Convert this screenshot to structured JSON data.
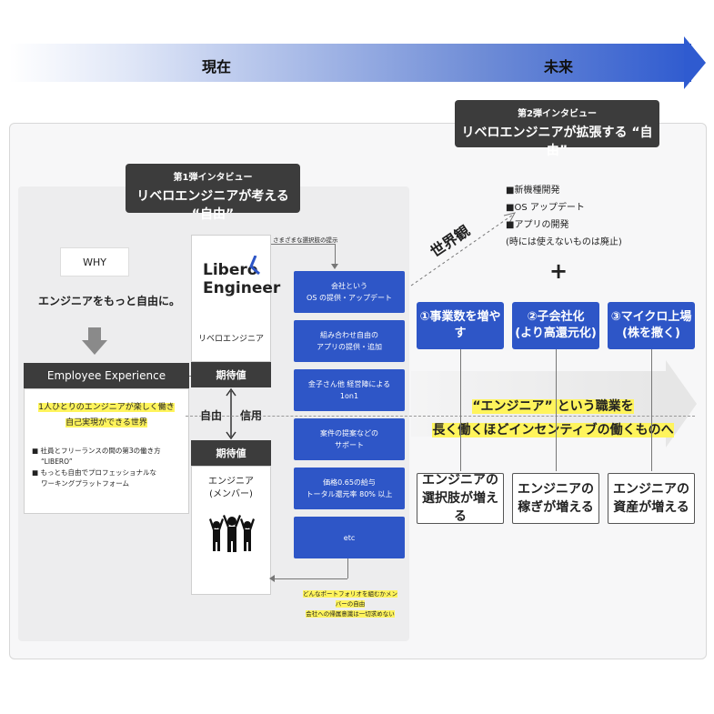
{
  "timeline": {
    "present": "現在",
    "future": "未来"
  },
  "interview2": {
    "line1": "第2弾インタビュー",
    "line2": "リベロエンジニアが拡張する “自由”"
  },
  "interview1": {
    "line1": "第1弾インタビュー",
    "line2": "リベロエンジニアが考える “自由”"
  },
  "why": "WHY",
  "tagline": "エンジニアをもっと自由に。",
  "ee": {
    "title": "Employee Experience",
    "hl1": "1人ひとりのエンジニアが楽しく働き",
    "hl2": "自己実現ができる世界",
    "b1a": "社員とフリーランスの間の第3の働き方",
    "b1b": "“LIBERO”",
    "b2a": "もっとも自由でプロフェッショナルな",
    "b2b": "ワーキングプラットフォーム"
  },
  "libero": {
    "logo1": "Libero",
    "logo2": "Engineer",
    "name": "リベロエンジニア"
  },
  "kitaichi": "期待値",
  "jiyu": "自由",
  "shinyo": "信用",
  "engineer": {
    "l1": "エンジニア",
    "l2": "(メンバー)"
  },
  "options_caption": "さまざまな選択肢の提示",
  "options": [
    {
      "l1": "会社という",
      "l2": "OS の提供・アップデート"
    },
    {
      "l1": "組み合わせ自由の",
      "l2": "アプリの提供・追加"
    },
    {
      "l1": "金子さん他 経営陣による",
      "l2": "1on1"
    },
    {
      "l1": "案件の提案などの",
      "l2": "サポート"
    },
    {
      "l1": "価格0.65の給与",
      "l2": "トータル還元率 80% 以上"
    },
    {
      "l1": "etc",
      "l2": ""
    }
  ],
  "bottom_note": {
    "l1": "どんなポートフォリオを組むかメンバーの自由",
    "l2": "会社への帰属意識は一切求めない"
  },
  "sekaikan": "世界観",
  "plan": {
    "i1": "■新機種開発",
    "i2": "■OS アップデート",
    "i3": "■アプリの開発",
    "i4": "(時には使えないものは廃止)"
  },
  "plus": "+",
  "actions": [
    {
      "l1": "①事業数を増やす",
      "l2": ""
    },
    {
      "l1": "②子会社化",
      "l2": "(より高還元化)"
    },
    {
      "l1": "③マイクロ上場",
      "l2": "(株を撒く)"
    }
  ],
  "arrow_text": {
    "l1": "“エンジニア” という職業を",
    "l2": "長く働くほどインセンティブの働くものへ"
  },
  "results": [
    {
      "l1": "エンジニアの",
      "l2": "選択肢が増える"
    },
    {
      "l1": "エンジニアの",
      "l2": "稼ぎが増える"
    },
    {
      "l1": "エンジニアの",
      "l2": "資産が増える"
    }
  ]
}
